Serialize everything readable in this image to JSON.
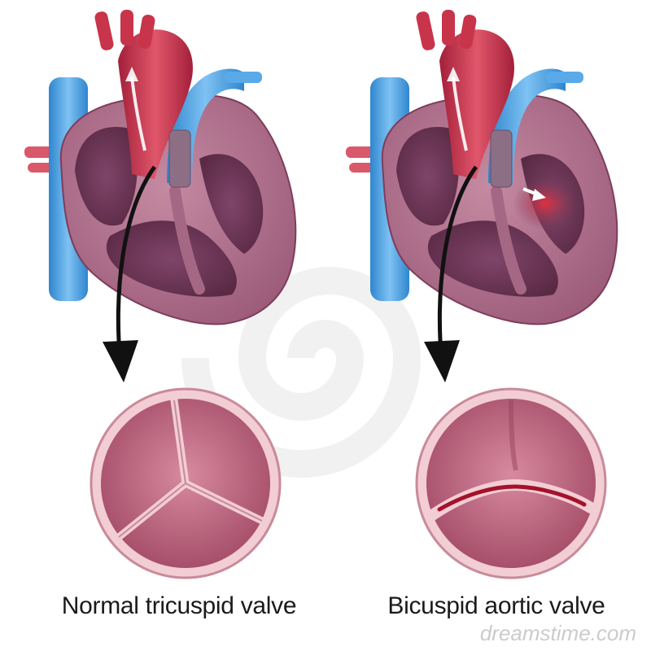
{
  "captions": {
    "left": "Normal tricuspid valve",
    "right": "Bicuspid aortic valve"
  },
  "watermark": {
    "text": "dreamstime.com"
  },
  "colors": {
    "artery_red": "#c8344a",
    "vein_blue": "#3f9be0",
    "heart_wall": "#b06a86",
    "chamber": "#6e3a57",
    "valve_tissue": "#b55b76",
    "valve_rim": "#f2cdd4",
    "stenosis_red": "#d42a3a"
  },
  "icons": [
    "arrow-icon",
    "swirl-watermark-icon"
  ]
}
